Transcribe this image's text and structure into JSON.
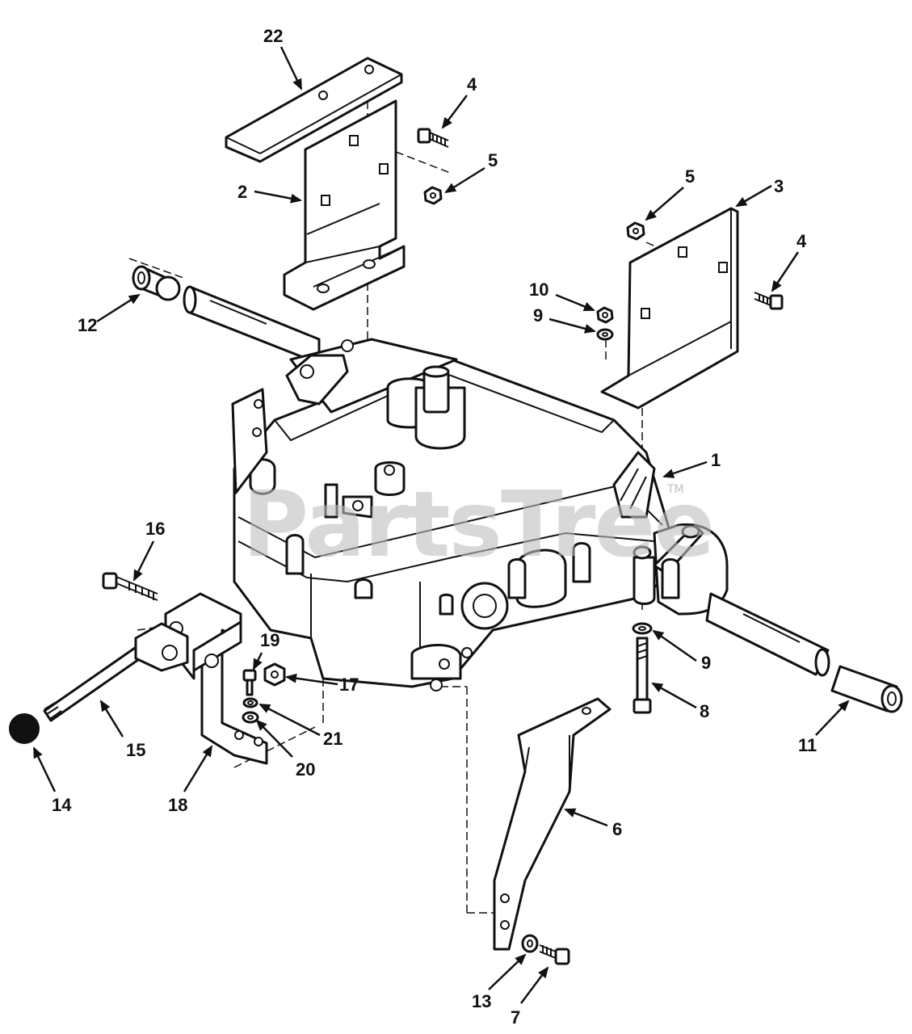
{
  "diagram": {
    "watermark": "PartsTree",
    "trademark": "TM",
    "callouts": {
      "c1": "1",
      "c2": "2",
      "c3": "3",
      "c4a": "4",
      "c4b": "4",
      "c5a": "5",
      "c5b": "5",
      "c6": "6",
      "c7": "7",
      "c8": "8",
      "c9a": "9",
      "c9b": "9",
      "c10": "10",
      "c11": "11",
      "c12": "12",
      "c13": "13",
      "c14": "14",
      "c15": "15",
      "c16": "16",
      "c17": "17",
      "c18": "18",
      "c19": "19",
      "c20": "20",
      "c21": "21",
      "c22": "22"
    }
  }
}
